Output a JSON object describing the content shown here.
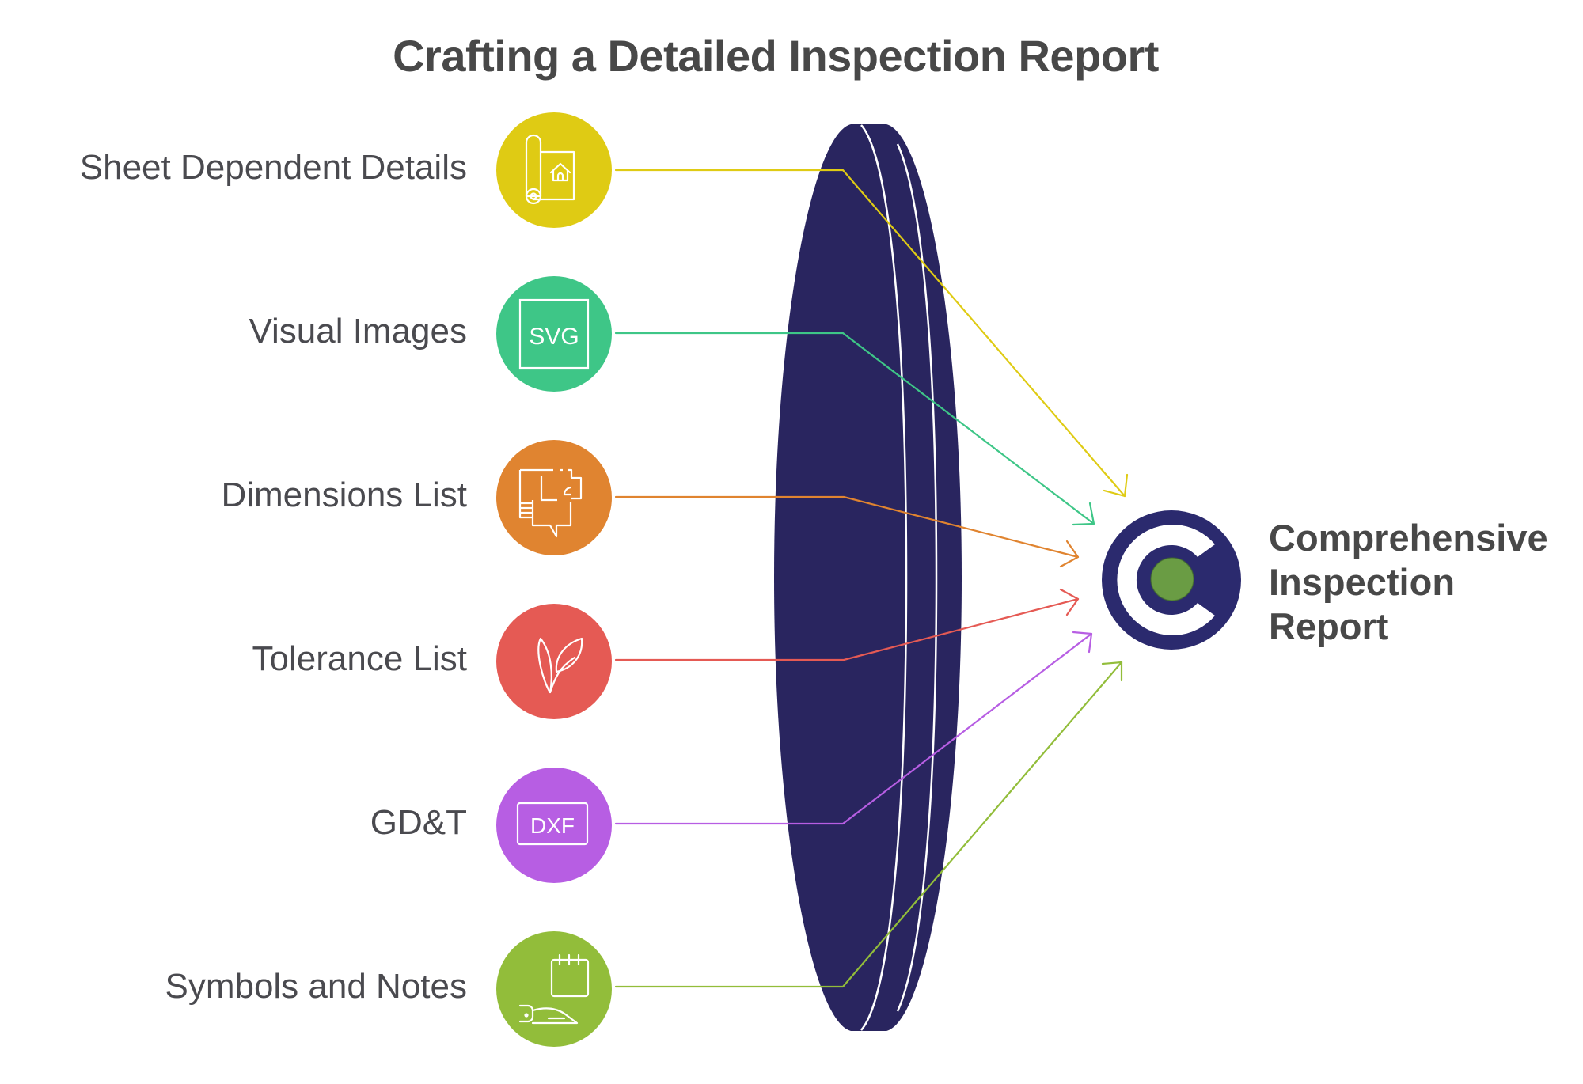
{
  "title": "Crafting a Detailed Inspection Report",
  "inputs": [
    {
      "label": "Sheet Dependent Details",
      "icon": "blueprint-house-icon",
      "color": "#dfcb14"
    },
    {
      "label": "Visual Images",
      "icon": "svg-file-icon",
      "color": "#3ec687"
    },
    {
      "label": "Dimensions List",
      "icon": "floor-plan-icon",
      "color": "#e08430"
    },
    {
      "label": "Tolerance List",
      "icon": "leaves-icon",
      "color": "#e55a54"
    },
    {
      "label": "GD&T",
      "icon": "dxf-file-icon",
      "color": "#b75ee3"
    },
    {
      "label": "Symbols and Notes",
      "icon": "notepad-hand-icon",
      "color": "#92bd3a"
    }
  ],
  "icon_text": {
    "svg": "SVG",
    "dxf": "DXF"
  },
  "lens": {
    "color": "#29255f"
  },
  "output": {
    "lines": [
      "Comprehensive",
      "Inspection",
      "Report"
    ],
    "logo": {
      "icon": "c-logo-icon",
      "ring_color": "#2b2a6e",
      "dot_color": "#6a9c44"
    }
  }
}
